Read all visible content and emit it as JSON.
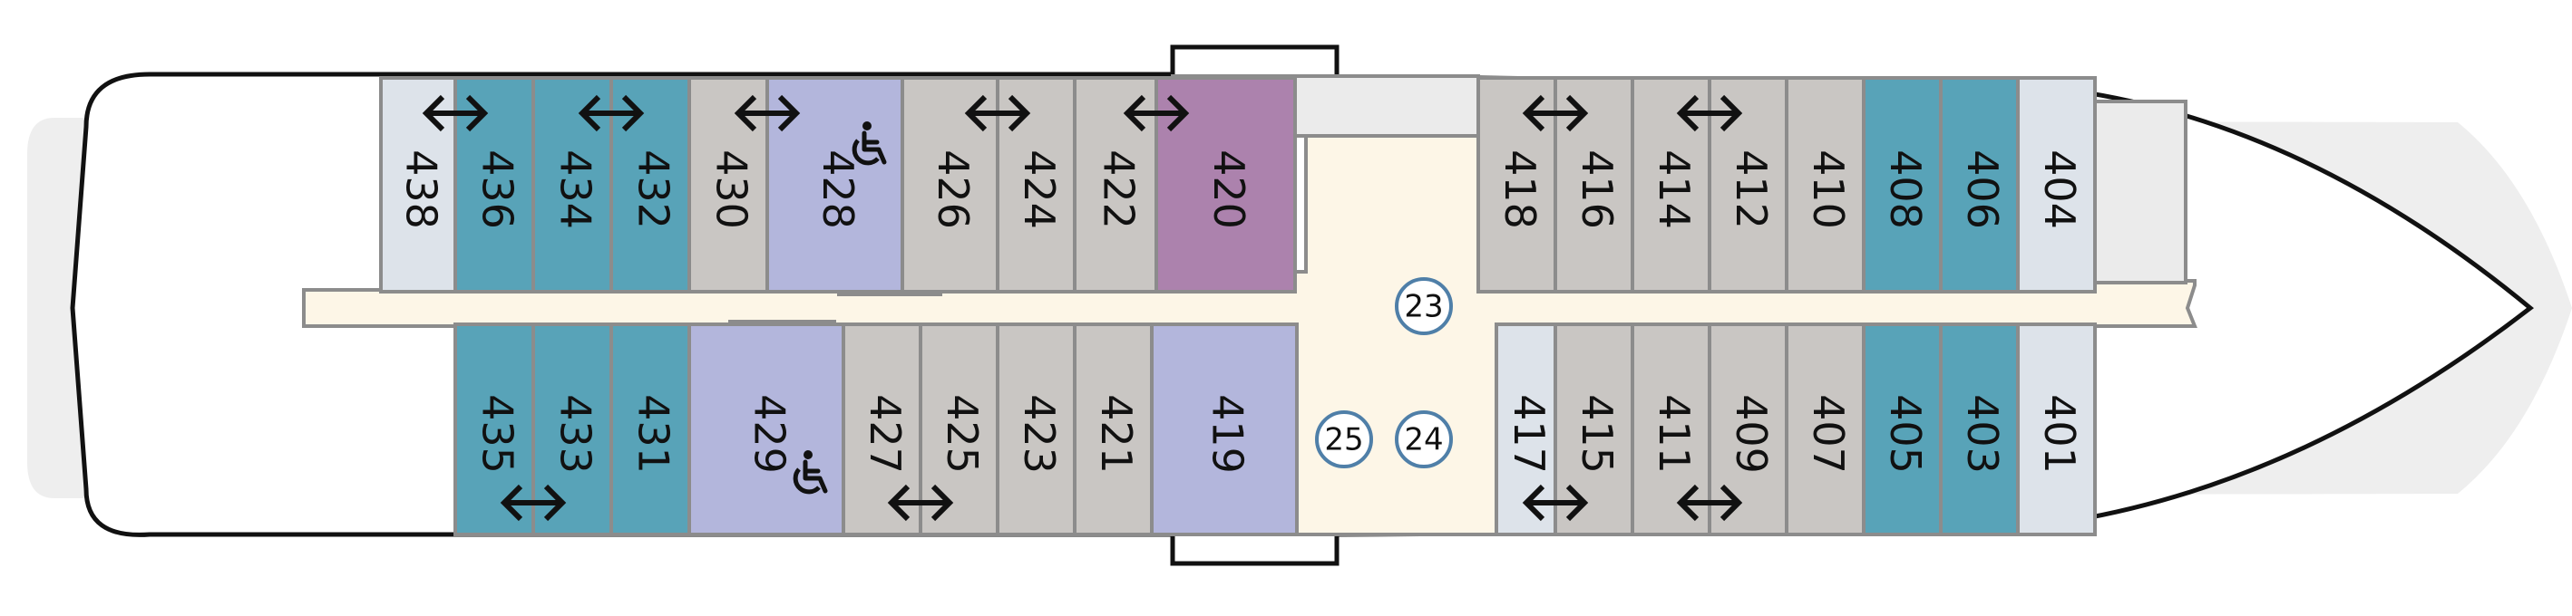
{
  "colors": {
    "balcony_suite": "#58a3b8",
    "window_cabin": "#c9c6c3",
    "accessible_cabin": "#b3b6dc",
    "premium_suite": "#ac82ad",
    "inside_cabin": "#dde3ea",
    "corridor": "#fdf6e7",
    "hull_shadow": "#eeeeee",
    "outline": "#8c8c8c",
    "waypoint_ring": "#4f7fa8"
  },
  "upper_row": [
    {
      "number": "438",
      "type": "inside_cabin"
    },
    {
      "number": "436",
      "type": "balcony_suite",
      "connecting": true
    },
    {
      "number": "434",
      "type": "balcony_suite"
    },
    {
      "number": "432",
      "type": "balcony_suite",
      "connecting": true
    },
    {
      "number": "430",
      "type": "window_cabin"
    },
    {
      "number": "428",
      "type": "accessible_cabin",
      "accessible": true,
      "connecting": true
    },
    {
      "number": "426",
      "type": "window_cabin"
    },
    {
      "number": "424",
      "type": "window_cabin",
      "connecting": true
    },
    {
      "number": "422",
      "type": "window_cabin"
    },
    {
      "number": "420",
      "type": "premium_suite",
      "connecting": true
    },
    {
      "number": "418",
      "type": "window_cabin"
    },
    {
      "number": "416",
      "type": "window_cabin",
      "connecting": true
    },
    {
      "number": "414",
      "type": "window_cabin"
    },
    {
      "number": "412",
      "type": "window_cabin",
      "connecting": true
    },
    {
      "number": "410",
      "type": "window_cabin"
    },
    {
      "number": "408",
      "type": "balcony_suite"
    },
    {
      "number": "406",
      "type": "balcony_suite"
    },
    {
      "number": "404",
      "type": "inside_cabin"
    }
  ],
  "lower_row": [
    {
      "number": "435",
      "type": "balcony_suite"
    },
    {
      "number": "433",
      "type": "balcony_suite",
      "connecting": true
    },
    {
      "number": "431",
      "type": "balcony_suite"
    },
    {
      "number": "429",
      "type": "accessible_cabin",
      "accessible": true
    },
    {
      "number": "427",
      "type": "window_cabin"
    },
    {
      "number": "425",
      "type": "window_cabin",
      "connecting": true
    },
    {
      "number": "423",
      "type": "window_cabin"
    },
    {
      "number": "421",
      "type": "window_cabin"
    },
    {
      "number": "419",
      "type": "accessible_cabin"
    },
    {
      "number": "417",
      "type": "inside_cabin"
    },
    {
      "number": "415",
      "type": "window_cabin",
      "connecting": true
    },
    {
      "number": "411",
      "type": "window_cabin"
    },
    {
      "number": "409",
      "type": "window_cabin",
      "connecting": true
    },
    {
      "number": "407",
      "type": "window_cabin"
    },
    {
      "number": "405",
      "type": "balcony_suite"
    },
    {
      "number": "403",
      "type": "balcony_suite"
    },
    {
      "number": "401",
      "type": "inside_cabin"
    }
  ],
  "waypoints": [
    "23",
    "24",
    "25"
  ],
  "icons": {
    "accessibility": "wheelchair-icon",
    "connecting": "double-arrow-icon"
  }
}
